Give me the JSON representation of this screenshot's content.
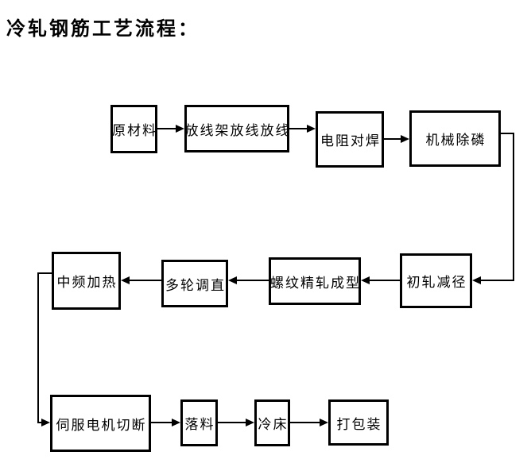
{
  "title": "冷轧钢筋工艺流程：",
  "colors": {
    "background": "#ffffff",
    "line": "#000000",
    "text": "#000000"
  },
  "flowchart": {
    "nodes": [
      {
        "id": "raw-material",
        "label": "原材料"
      },
      {
        "id": "payoff-rack-paying-off",
        "label": "放线架放线放线"
      },
      {
        "id": "resistance-butt-welding",
        "label": "电阻对焊"
      },
      {
        "id": "mechanical-descaling",
        "label": "机械除磷"
      },
      {
        "id": "initial-rolling-reduction",
        "label": "初轧减径"
      },
      {
        "id": "thread-precision-rolling",
        "label": "螺纹精轧成型"
      },
      {
        "id": "multi-wheel-straightening",
        "label": "多轮调直"
      },
      {
        "id": "medium-frequency-heating",
        "label": "中频加热"
      },
      {
        "id": "servo-motor-cutting",
        "label": "伺服电机切断"
      },
      {
        "id": "blanking",
        "label": "落料"
      },
      {
        "id": "cooling-bed",
        "label": "冷床"
      },
      {
        "id": "packing",
        "label": "打包装"
      }
    ],
    "edges": [
      {
        "from": "raw-material",
        "to": "payoff-rack-paying-off",
        "direction": "right"
      },
      {
        "from": "payoff-rack-paying-off",
        "to": "resistance-butt-welding",
        "direction": "right"
      },
      {
        "from": "resistance-butt-welding",
        "to": "mechanical-descaling",
        "direction": "right"
      },
      {
        "from": "mechanical-descaling",
        "to": "initial-rolling-reduction",
        "direction": "right-down-left"
      },
      {
        "from": "initial-rolling-reduction",
        "to": "thread-precision-rolling",
        "direction": "left"
      },
      {
        "from": "thread-precision-rolling",
        "to": "multi-wheel-straightening",
        "direction": "left"
      },
      {
        "from": "multi-wheel-straightening",
        "to": "medium-frequency-heating",
        "direction": "left"
      },
      {
        "from": "medium-frequency-heating",
        "to": "servo-motor-cutting",
        "direction": "left-down-right"
      },
      {
        "from": "servo-motor-cutting",
        "to": "blanking",
        "direction": "right"
      },
      {
        "from": "blanking",
        "to": "cooling-bed",
        "direction": "right"
      },
      {
        "from": "cooling-bed",
        "to": "packing",
        "direction": "right"
      }
    ]
  }
}
